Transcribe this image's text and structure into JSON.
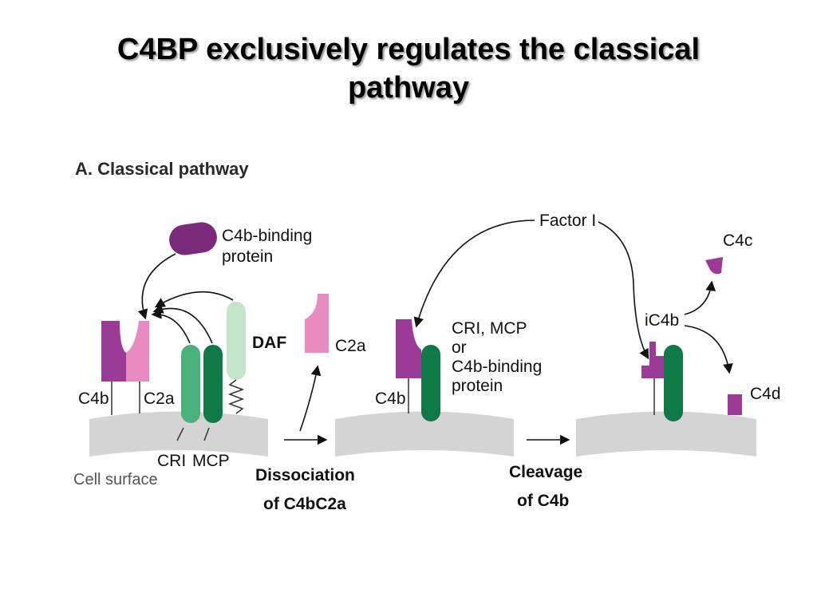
{
  "slide": {
    "title_line1": "C4BP exclusively regulates the classical",
    "title_line2": "pathway"
  },
  "figure": {
    "panel_title": "A. Classical pathway",
    "labels": {
      "c4b_binding_line1": "C4b-binding",
      "c4b_binding_line2": "protein",
      "daf": "DAF",
      "c2a_free": "C2a",
      "c4b_1": "C4b",
      "c2a_1": "C2a",
      "cri": "CRI",
      "mcp": "MCP",
      "cell_surface": "Cell surface",
      "dissociation_line1": "Dissociation",
      "dissociation_line2": "of C4bC2a",
      "factor_i": "Factor I",
      "cofactors_line1": "CRI, MCP",
      "cofactors_line2": "or",
      "cofactors_line3": "C4b-binding",
      "cofactors_line4": "protein",
      "c4b_2": "C4b",
      "cleavage_line1": "Cleavage",
      "cleavage_line2": "of C4b",
      "ic4b": "iC4b",
      "c4c": "C4c",
      "c4d": "C4d"
    },
    "colors": {
      "c4b_purple": "#9b3a97",
      "c2a_pink": "#e98ac0",
      "c4bp_dark_purple": "#7b2a7a",
      "receptor_green": "#49b17a",
      "receptor_dark_green": "#0f7a45",
      "daf_light_green": "#c5e5cb",
      "membrane_gray": "#d4d4d4"
    }
  }
}
